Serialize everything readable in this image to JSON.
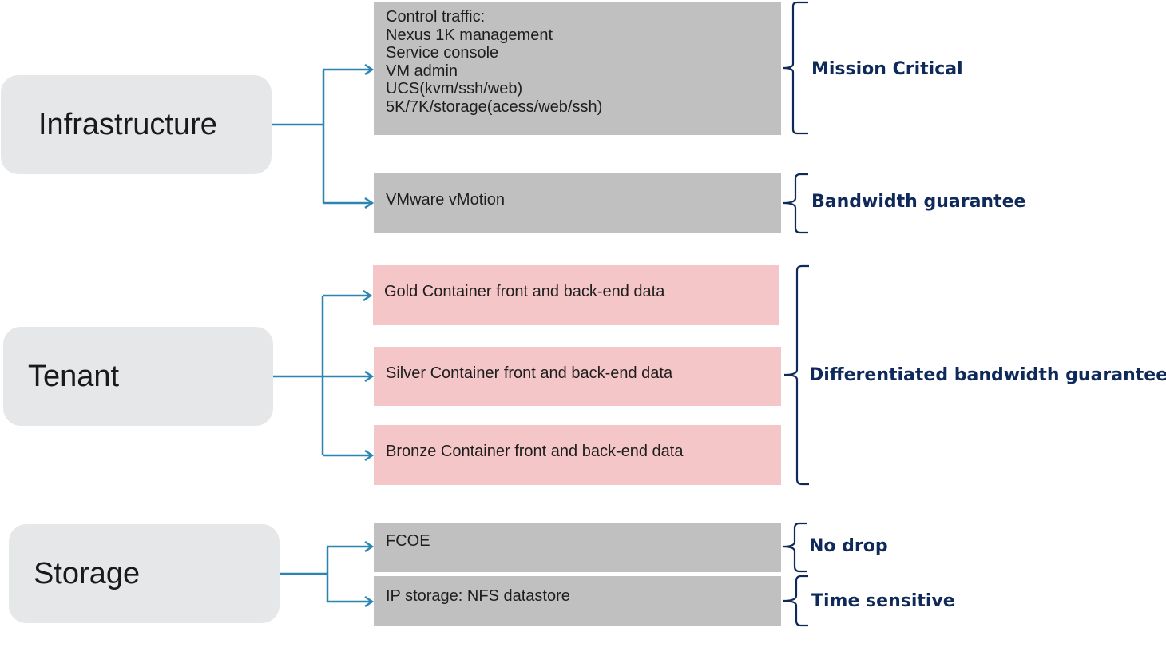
{
  "categories": {
    "infrastructure": "Infrastructure",
    "tenant": "Tenant",
    "storage": "Storage"
  },
  "boxes": {
    "control": [
      "Control traffic:",
      "Nexus 1K management",
      "Service console",
      "VM admin",
      "UCS(kvm/ssh/web)",
      "5K/7K/storage(acess/web/ssh)"
    ],
    "vmotion": "VMware vMotion",
    "gold": "Gold Container front and back-end data",
    "silver": "Silver Container front and back-end data",
    "bronze": "Bronze Container front and back-end data",
    "fcoe": "FCOE",
    "ipstorage": "IP storage: NFS datastore"
  },
  "labels": {
    "mission": "Mission Critical",
    "bandwidth": "Bandwidth guarantee",
    "differentiated": "Differentiated bandwidth guarantee",
    "nodrop": "No drop",
    "timesensitive": "Time sensitive"
  },
  "colors": {
    "connector": "#2a86b0",
    "bracket": "#0f2a5a",
    "category_bg": "#e6e7e9",
    "gray_box": "#c0c0c0",
    "pink_box": "#f5c6c7",
    "label_text": "#0f2a5a"
  }
}
